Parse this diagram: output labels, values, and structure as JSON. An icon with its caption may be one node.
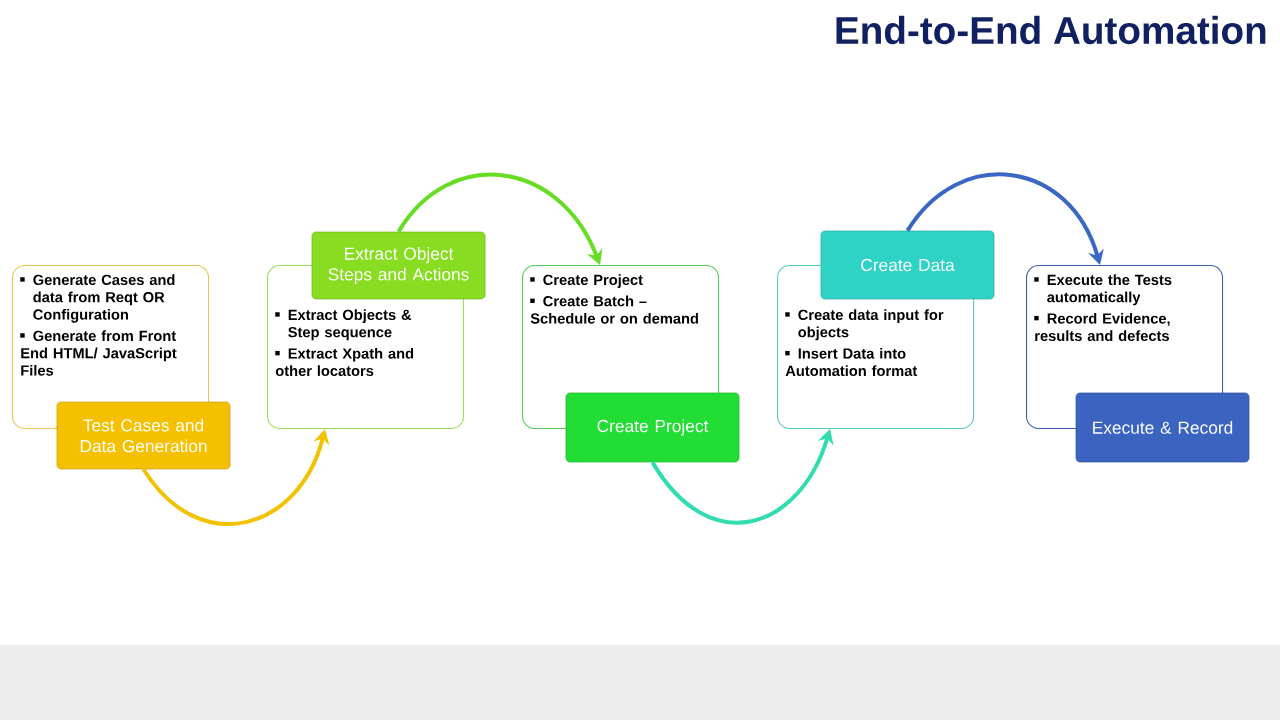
{
  "diagram": {
    "title": "End-to-End Automation",
    "nodes": [
      {
        "text": [
          "Generate Cases and data from Reqt OR Configuration",
          "Generate from Front End HTML/ JavaScript Files"
        ]
      },
      {
        "text": [
          "Test Cases and Data Generation"
        ]
      },
      {
        "text": [
          "Extract Objects & Step sequence",
          "Extract Xpath and other locators"
        ]
      },
      {
        "text": [
          "Extract Object Steps and Actions"
        ]
      },
      {
        "text": [
          "Create Project",
          "Create Batch – Schedule or on demand"
        ]
      },
      {
        "text": [
          "Create Project"
        ]
      },
      {
        "text": [
          "Create data input for objects",
          "Insert Data into Automation format"
        ]
      },
      {
        "text": [
          "Create Data"
        ]
      },
      {
        "text": [
          "Execute the Tests automatically",
          "Record Evidence, results and defects"
        ]
      },
      {
        "text": [
          "Execute & Record"
        ]
      }
    ],
    "edges": [
      {
        "from": 1,
        "to": 2,
        "arrow": "to",
        "color": "#f2c200"
      },
      {
        "from": 3,
        "to": 4,
        "arrow": "to",
        "color": "#66dd22"
      },
      {
        "from": 5,
        "to": 6,
        "arrow": "to",
        "color": "#33dcb0"
      },
      {
        "from": 7,
        "to": 8,
        "arrow": "to",
        "color": "#3a66c4"
      }
    ]
  }
}
